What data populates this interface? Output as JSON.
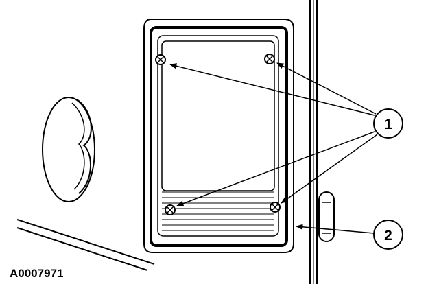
{
  "figure": {
    "id_label": "A0007971"
  },
  "callouts": [
    {
      "number": "1",
      "label": "1"
    },
    {
      "number": "2",
      "label": "2"
    }
  ],
  "colors": {
    "ink": "#000000",
    "paper": "#ffffff"
  },
  "icons": {
    "screw": "screw-icon",
    "callout": "callout-circle"
  }
}
